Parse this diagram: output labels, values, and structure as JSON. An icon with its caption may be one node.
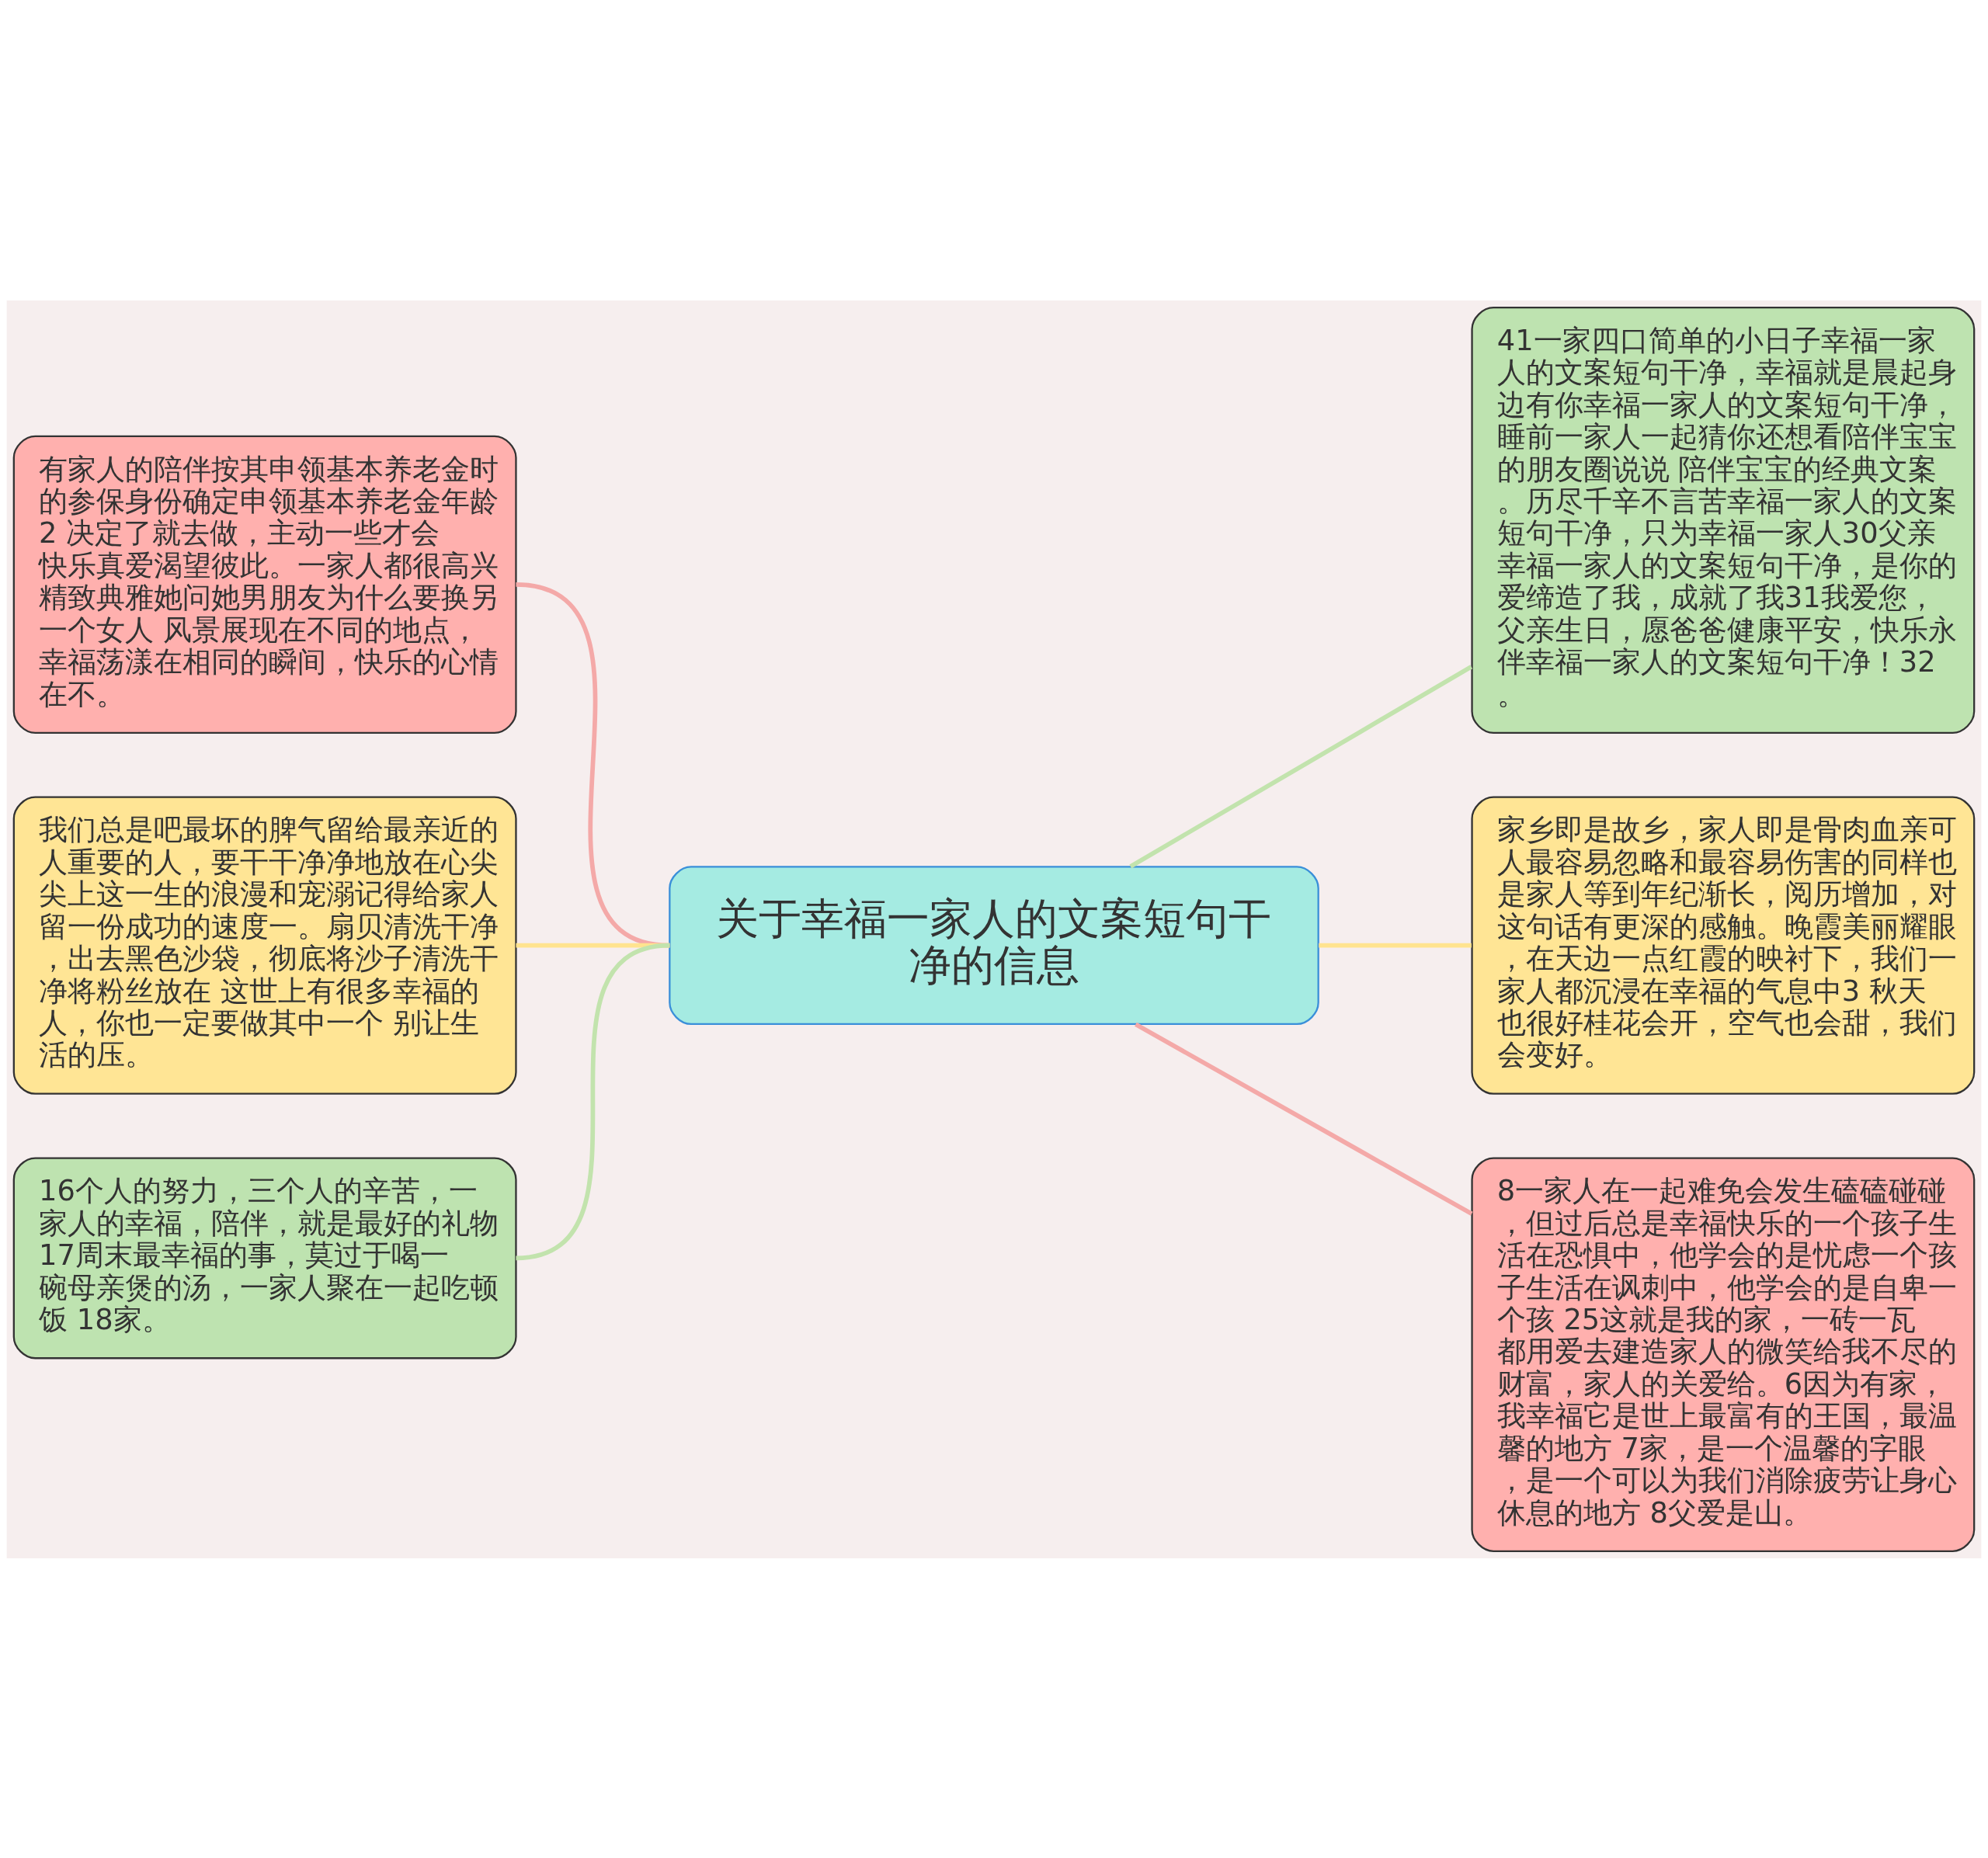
{
  "diagram": {
    "nodes": [
      {
        "text": [
          "关于幸福一家人的文案短句干净的信息"
        ]
      },
      {
        "text": [
          "有家人的陪伴按其申领基本养老金时的参保身份确定申领基本养老金年龄 2 决定了就去做，主动一些才会快乐真爱渴望彼此。一家人都很高兴精致典雅她问她男朋友为什么要换另一个女人 风景展现在不同的地点，幸福荡漾在相同的瞬间，快乐的心情在不。"
        ]
      },
      {
        "text": [
          "我们总是吧最坏的脾气留给最亲近的人重要的人，要干干净净地放在心尖尖上这一生的浪漫和宠溺记得给家人留一份成功的速度一。扇贝清洗干净，出去黑色沙袋，彻底将沙子清洗干净将粉丝放在 这世上有很多幸福的人，你也一定要做其中一个 别让生活的压。"
        ]
      },
      {
        "text": [
          "16个人的努力，三个人的辛苦，一家人的幸福，陪伴，就是最好的礼物 17周末最幸福的事，莫过于喝一碗母亲煲的汤，一家人聚在一起吃顿饭 18家。"
        ]
      },
      {
        "text": [
          "41一家四口简单的小日子幸福一家人的文案短句干净，幸福就是晨起身边有你幸福一家人的文案短句干净，睡前一家人一起猜你还想看陪伴宝宝的朋友圈说说 陪伴宝宝的经典文案。历尽千辛不言苦幸福一家人的文案短句干净，只为幸福一家人30父亲幸福一家人的文案短句干净，是你的爱缔造了我，成就了我31我爱您，父亲生日，愿爸爸健康平安，快乐永伴幸福一家人的文案短句干净！32。"
        ]
      },
      {
        "text": [
          "家乡即是故乡，家人即是骨肉血亲可人最容易忽略和最容易伤害的同样也是家人等到年纪渐长，阅历增加，对这句话有更深的感触。晚霞美丽耀眼，在天边一点红霞的映衬下，我们一家人都沉浸在幸福的气息中3 秋天也很好桂花会开，空气也会甜，我们会变好。"
        ]
      },
      {
        "text": [
          "8一家人在一起难免会发生磕磕碰碰，但过后总是幸福快乐的一个孩子生活在恐惧中，他学会的是忧虑一个孩子生活在讽刺中，他学会的是自卑一个孩 25这就是我的家，一砖一瓦都用爱去建造家人的微笑给我不尽的财富，家人的关爱给。6因为有家，我幸福它是世上最富有的王国，最温馨的地方 7家，是一个温馨的字眼，是一个可以为我们消除疲劳让身心休息的地方 8父爱是山。"
        ]
      }
    ],
    "edges": [
      {
        "from": 0,
        "to": 1,
        "arrow": "none",
        "color": "#f4a9a8"
      },
      {
        "from": 0,
        "to": 2,
        "arrow": "none",
        "color": "#ffe38f"
      },
      {
        "from": 0,
        "to": 3,
        "arrow": "none",
        "color": "#c2e3ad"
      },
      {
        "from": 0,
        "to": 4,
        "arrow": "none",
        "color": "#c2e3ad"
      },
      {
        "from": 0,
        "to": 5,
        "arrow": "none",
        "color": "#ffe38f"
      },
      {
        "from": 0,
        "to": 6,
        "arrow": "none",
        "color": "#f4a9a8"
      }
    ]
  }
}
